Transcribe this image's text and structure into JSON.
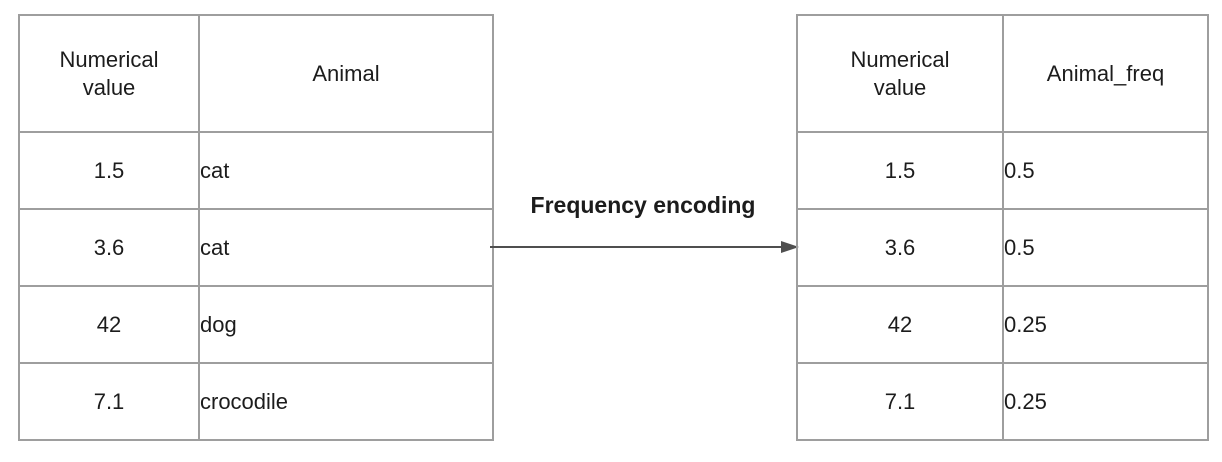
{
  "transform": {
    "label": "Frequency encoding"
  },
  "source_table": {
    "headers": [
      "Numerical value",
      "Animal"
    ],
    "rows": [
      [
        "1.5",
        "cat"
      ],
      [
        "3.6",
        "cat"
      ],
      [
        "42",
        "dog"
      ],
      [
        "7.1",
        "crocodile"
      ]
    ]
  },
  "encoded_table": {
    "headers": [
      "Numerical value",
      "Animal_freq"
    ],
    "rows": [
      [
        "1.5",
        "0.5"
      ],
      [
        "3.6",
        "0.5"
      ],
      [
        "42",
        "0.25"
      ],
      [
        "7.1",
        "0.25"
      ]
    ]
  },
  "colors": {
    "table_border": "#9e9e9e",
    "arrow": "#4f4f4f",
    "text": "#1c1c1c",
    "background": "#ffffff"
  }
}
